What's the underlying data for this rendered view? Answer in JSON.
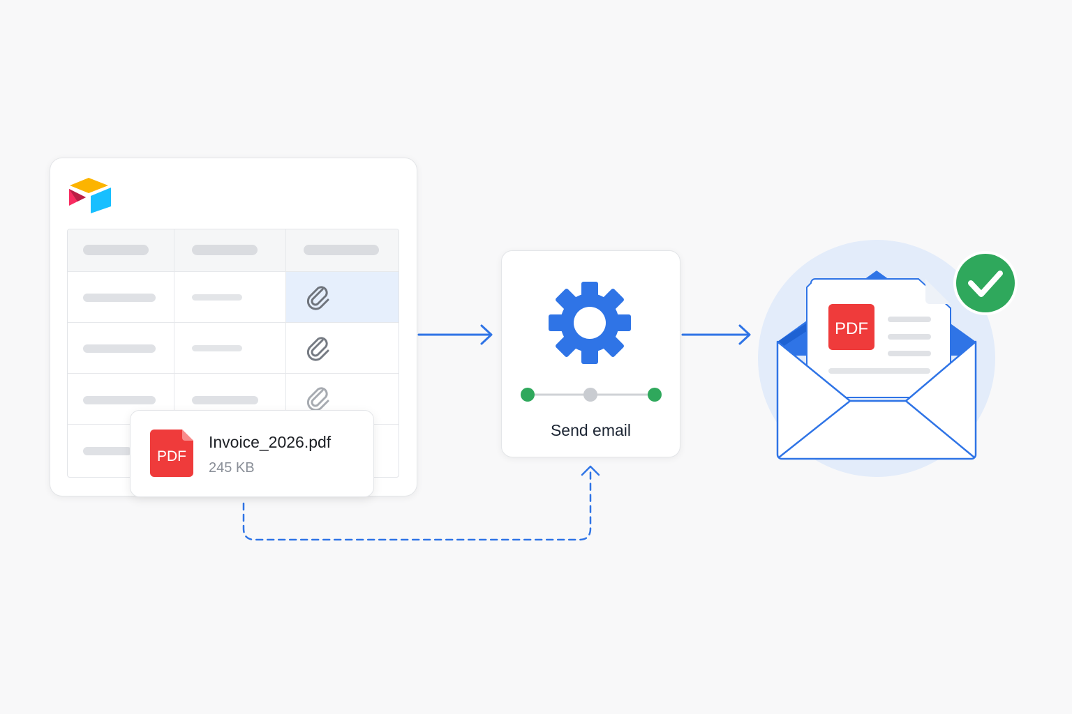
{
  "file": {
    "name": "Invoice_2026.pdf",
    "size": "245 KB",
    "badge": "PDF"
  },
  "action": {
    "label": "Send email"
  },
  "email": {
    "badge": "PDF"
  },
  "icons": {
    "logo": "airtable-logo-icon",
    "attachment": "paperclip-icon",
    "action": "gear-icon",
    "result": "envelope-icon",
    "status": "check-circle-icon"
  },
  "colors": {
    "accent_blue": "#2f74e6",
    "pdf_red": "#ef3b3b",
    "success_green": "#2fa85c",
    "highlight_cell": "#e6effc"
  }
}
